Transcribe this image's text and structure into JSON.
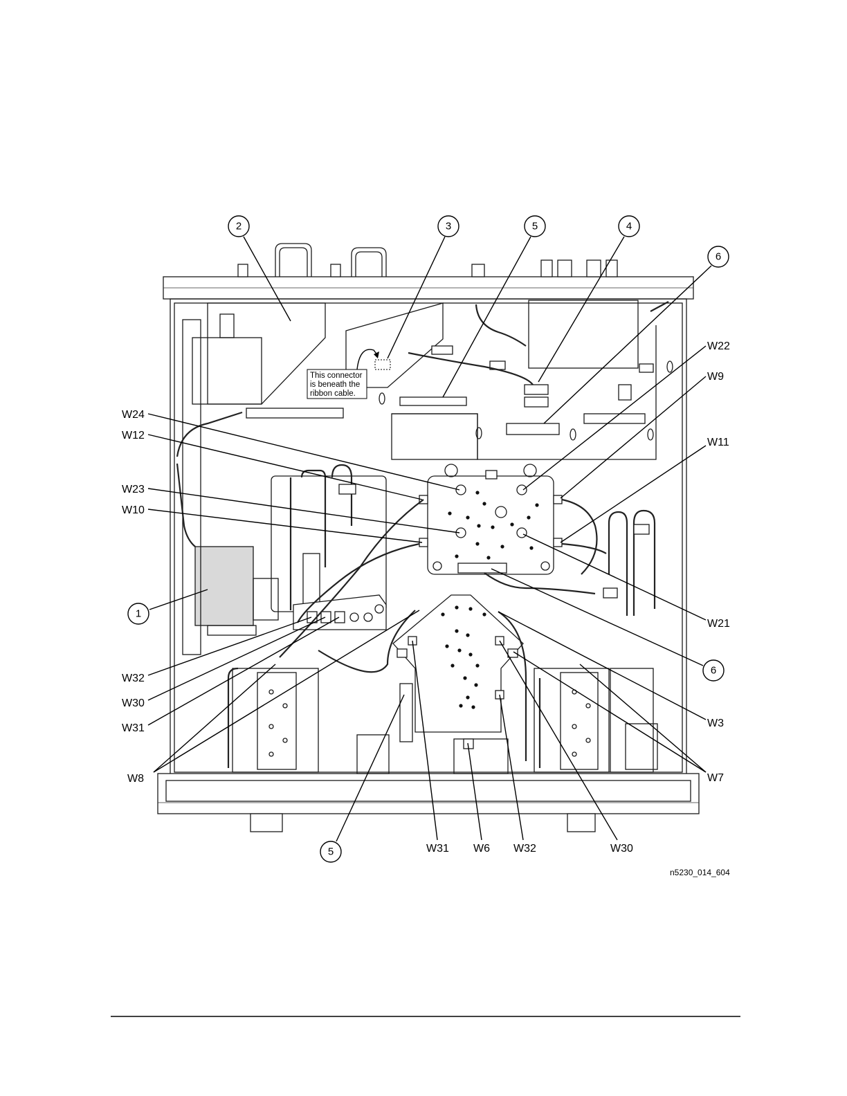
{
  "figure": {
    "id_label": "n5230_014_604",
    "note_lines": [
      "This connector",
      "is beneath the",
      "ribbon cable."
    ]
  },
  "item_numbers": {
    "c1": "1",
    "c2": "2",
    "c3": "3",
    "c4": "4",
    "c5_top": "5",
    "c5_bottom": "5",
    "c6_top": "6",
    "c6_right": "6"
  },
  "cable_labels": {
    "left": [
      "W24",
      "W12",
      "W23",
      "W10",
      "W32",
      "W30",
      "W31",
      "W8"
    ],
    "right": [
      "W22",
      "W9",
      "W11",
      "W21",
      "W3",
      "W7"
    ],
    "bottom": [
      "W31",
      "W6",
      "W32",
      "W30"
    ]
  }
}
